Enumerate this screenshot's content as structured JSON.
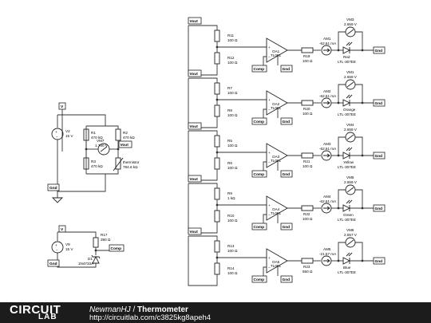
{
  "footer": {
    "logo_top": "CIRCUIT",
    "logo_bottom": "LAB",
    "author": "NewmanHJ",
    "separator": " / ",
    "title": "Thermometer",
    "url": "http://circuitlab.com/c3825kg8apeh4"
  },
  "bridge": {
    "node_v": "V",
    "node_gnd": "Gnd",
    "node_vout": "Vout",
    "source": {
      "name": "V2",
      "value": "15 V"
    },
    "r1": {
      "name": "R1",
      "value": "470 kΩ"
    },
    "r2": {
      "name": "R2",
      "value": "470 kΩ"
    },
    "r3": {
      "name": "R3",
      "value": "470 kΩ"
    },
    "thermistor": {
      "name": "thermistor",
      "value": "784.6 kΩ"
    },
    "meter": {
      "name": "VM7",
      "value": "1.790 V"
    }
  },
  "reference": {
    "node_v": "V",
    "node_gnd": "Gnd",
    "node_comp": "Comp",
    "source": {
      "name": "V9",
      "value": "15 V"
    },
    "resistor": {
      "name": "R17",
      "value": "390 Ω"
    },
    "zener": {
      "name": "D1",
      "value": "1N4733A"
    }
  },
  "stages": [
    {
      "divider_top": {
        "name": "R11",
        "value": "100 Ω"
      },
      "divider_bottom": {
        "name": "R12",
        "value": "100 Ω"
      },
      "opamp": {
        "name": "OA1",
        "model": "TL081"
      },
      "resistor": {
        "name": "R19",
        "value": "100 Ω"
      },
      "ammeter": {
        "name": "AM1",
        "value": "-62.61 mA"
      },
      "voltmeter": {
        "name": "VM3",
        "value": "2.659 V"
      },
      "led": {
        "color": "Red",
        "model": "LTL-307EE"
      }
    },
    {
      "divider_top": {
        "name": "R7",
        "value": "100 Ω"
      },
      "divider_bottom": {
        "name": "R8",
        "value": "100 Ω"
      },
      "opamp": {
        "name": "OA2",
        "model": "TL081"
      },
      "resistor": {
        "name": "R20",
        "value": "100 Ω"
      },
      "ammeter": {
        "name": "AM2",
        "value": "-62.61 mA"
      },
      "voltmeter": {
        "name": "VM1",
        "value": "2.659 V"
      },
      "led": {
        "color": "Orange",
        "model": "LTL-307EE"
      }
    },
    {
      "divider_top": {
        "name": "R5",
        "value": "100 Ω"
      },
      "divider_bottom": {
        "name": "R6",
        "value": "100 Ω"
      },
      "opamp": {
        "name": "OA3",
        "model": "TL081"
      },
      "resistor": {
        "name": "R21",
        "value": "100 Ω"
      },
      "ammeter": {
        "name": "AM3",
        "value": "-62.61 mA"
      },
      "voltmeter": {
        "name": "VM4",
        "value": "2.659 V"
      },
      "led": {
        "color": "Yellow",
        "model": "LTL-307EE"
      }
    },
    {
      "divider_top": {
        "name": "R9",
        "value": "1 kΩ"
      },
      "divider_bottom": {
        "name": "R10",
        "value": "100 Ω"
      },
      "opamp": {
        "name": "OA4",
        "model": "TL081"
      },
      "resistor": {
        "name": "R22",
        "value": "100 Ω"
      },
      "ammeter": {
        "name": "AM4",
        "value": "-62.61 mA"
      },
      "voltmeter": {
        "name": "VM5",
        "value": "2.659 V"
      },
      "led": {
        "color": "Green",
        "model": "LTL-307EE"
      }
    },
    {
      "divider_top": {
        "name": "R13",
        "value": "100 Ω"
      },
      "divider_bottom": {
        "name": "R14",
        "value": "100 Ω"
      },
      "opamp": {
        "name": "OA5",
        "model": "TL081"
      },
      "resistor": {
        "name": "R23",
        "value": "550 Ω"
      },
      "ammeter": {
        "name": "AM5",
        "value": "-21.57 mA"
      },
      "voltmeter": {
        "name": "VM6",
        "value": "2.557 V"
      },
      "led": {
        "color": "Blue",
        "model": "LTL-307EE"
      }
    }
  ],
  "stage_nodes": {
    "vout": "Vout",
    "comp": "Comp",
    "gnd": "Gnd"
  },
  "colors": {
    "wire": "#333333",
    "footer_bg": "#1c1c1c",
    "footer_text": "#ffffff"
  }
}
